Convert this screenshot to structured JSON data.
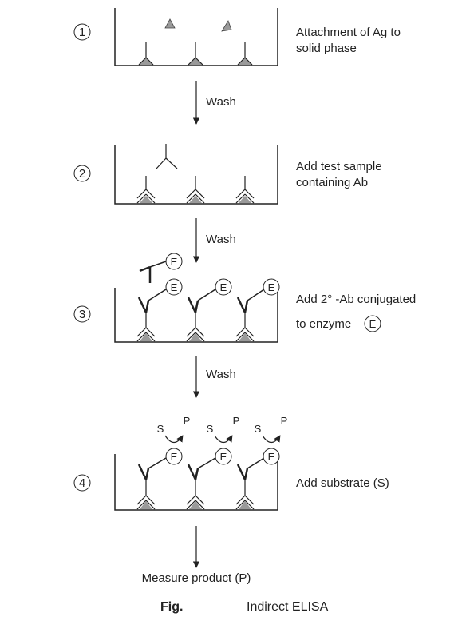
{
  "colors": {
    "line": "#222222",
    "antigen": "#9a9a9a",
    "background": "#ffffff"
  },
  "steps": [
    {
      "number": "1",
      "label_lines": [
        "Attachment of Ag to",
        "solid phase"
      ]
    },
    {
      "number": "2",
      "label_lines": [
        "Add test sample",
        "containing Ab"
      ]
    },
    {
      "number": "3",
      "label_lines": [
        "Add 2° -Ab conjugated",
        "to enzyme"
      ],
      "inline_symbol": "E"
    },
    {
      "number": "4",
      "label_lines": [
        "Add substrate (S)"
      ]
    }
  ],
  "wash_label": "Wash",
  "enzyme_label": "E",
  "substrate_label": "S",
  "product_label": "P",
  "final_label": "Measure product (P)",
  "caption": {
    "prefix": "Fig.",
    "title": "Indirect ELISA"
  }
}
